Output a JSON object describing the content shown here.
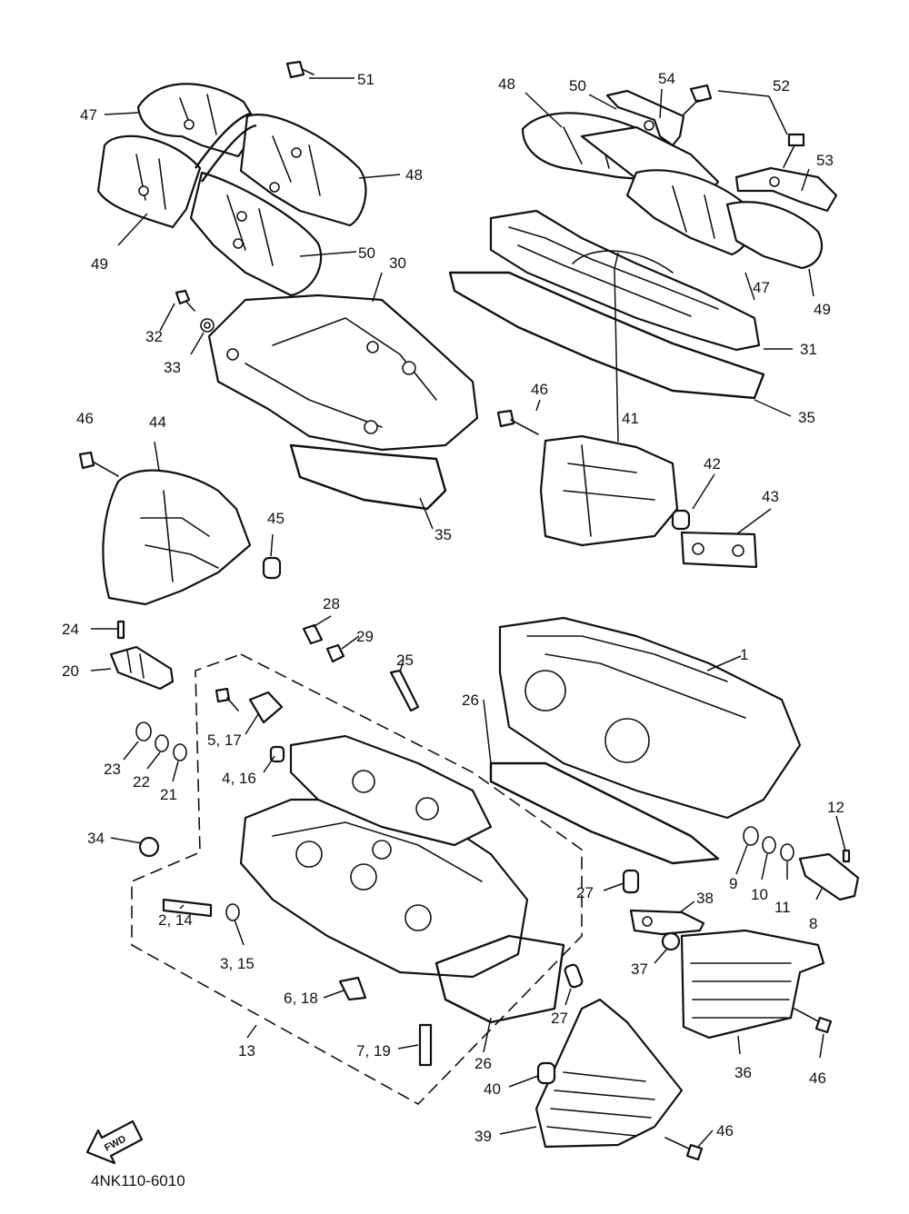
{
  "drawing_code": "4NK110-6010",
  "fwd_label": "FWD",
  "callouts": {
    "c51": "51",
    "c47a": "47",
    "c48a": "48",
    "c49a": "49",
    "c50a": "50",
    "c48b": "48",
    "c50b": "50",
    "c54": "54",
    "c52": "52",
    "c53": "53",
    "c30": "30",
    "c32": "32",
    "c33": "33",
    "c47b": "47",
    "c49b": "49",
    "c31": "31",
    "c35a": "35",
    "c46a": "46",
    "c44": "44",
    "c46b": "46",
    "c41": "41",
    "c42": "42",
    "c43": "43",
    "c45": "45",
    "c35b": "35",
    "c28": "28",
    "c29": "29",
    "c24": "24",
    "c20": "20",
    "c25": "25",
    "c1": "1",
    "c26a": "26",
    "c5_17": "5, 17",
    "c4_16": "4, 16",
    "c23": "23",
    "c22": "22",
    "c21": "21",
    "c12": "12",
    "c34": "34",
    "c9": "9",
    "c10": "10",
    "c11": "11",
    "c8": "8",
    "c27a": "27",
    "c38": "38",
    "c2_14": "2, 14",
    "c3_15": "3, 15",
    "c37": "37",
    "c6_18": "6, 18",
    "c27b": "27",
    "c13": "13",
    "c7_19": "7, 19",
    "c26b": "26",
    "c36": "36",
    "c46c": "46",
    "c40": "40",
    "c39": "39",
    "c46d": "46"
  }
}
